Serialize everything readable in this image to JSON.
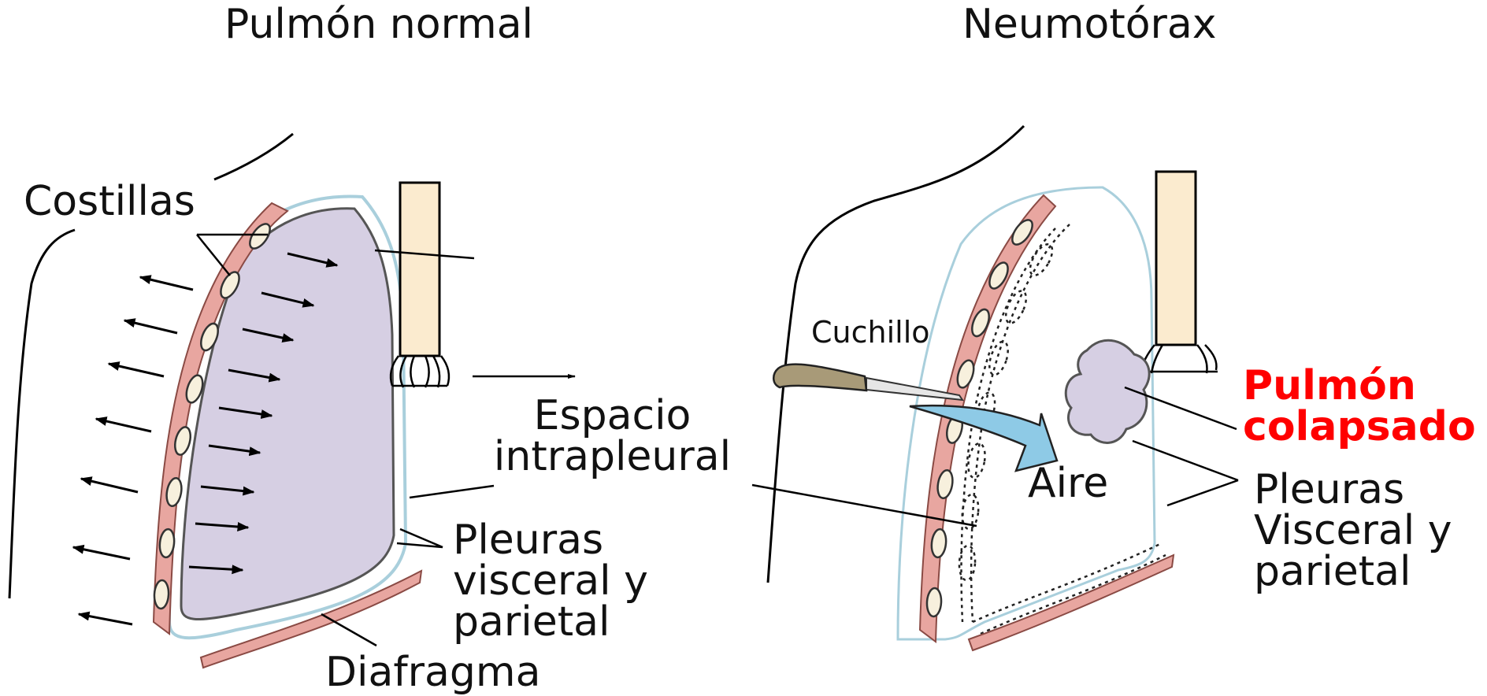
{
  "titles": {
    "left": "Pulmón normal",
    "right": "Neumotórax"
  },
  "labels": {
    "ribs": "Costillas",
    "intrapleural_line1": "Espacio",
    "intrapleural_line2": "intrapleural",
    "pleura_left_line1": "Pleuras",
    "pleura_left_line2": "visceral y",
    "pleura_left_line3": "parietal",
    "diaphragm": "Diafragma",
    "knife": "Cuchillo",
    "air": "Aire",
    "collapsed_line1": "Pulmón",
    "collapsed_line2": "colapsado",
    "pleura_right_line1": "Pleuras",
    "pleura_right_line2": "Visceral y",
    "pleura_right_line3": "parietal"
  },
  "colors": {
    "lung": "#d6cfe3",
    "rib_band": "#e8a6a0",
    "rib_bone": "#f7f0dd",
    "trachea": "#fbebcf",
    "pleura": "#a9cfdc",
    "air_arrow": "#8ecae6",
    "knife_handle": "#a89a78",
    "highlight": "#ff0000"
  }
}
